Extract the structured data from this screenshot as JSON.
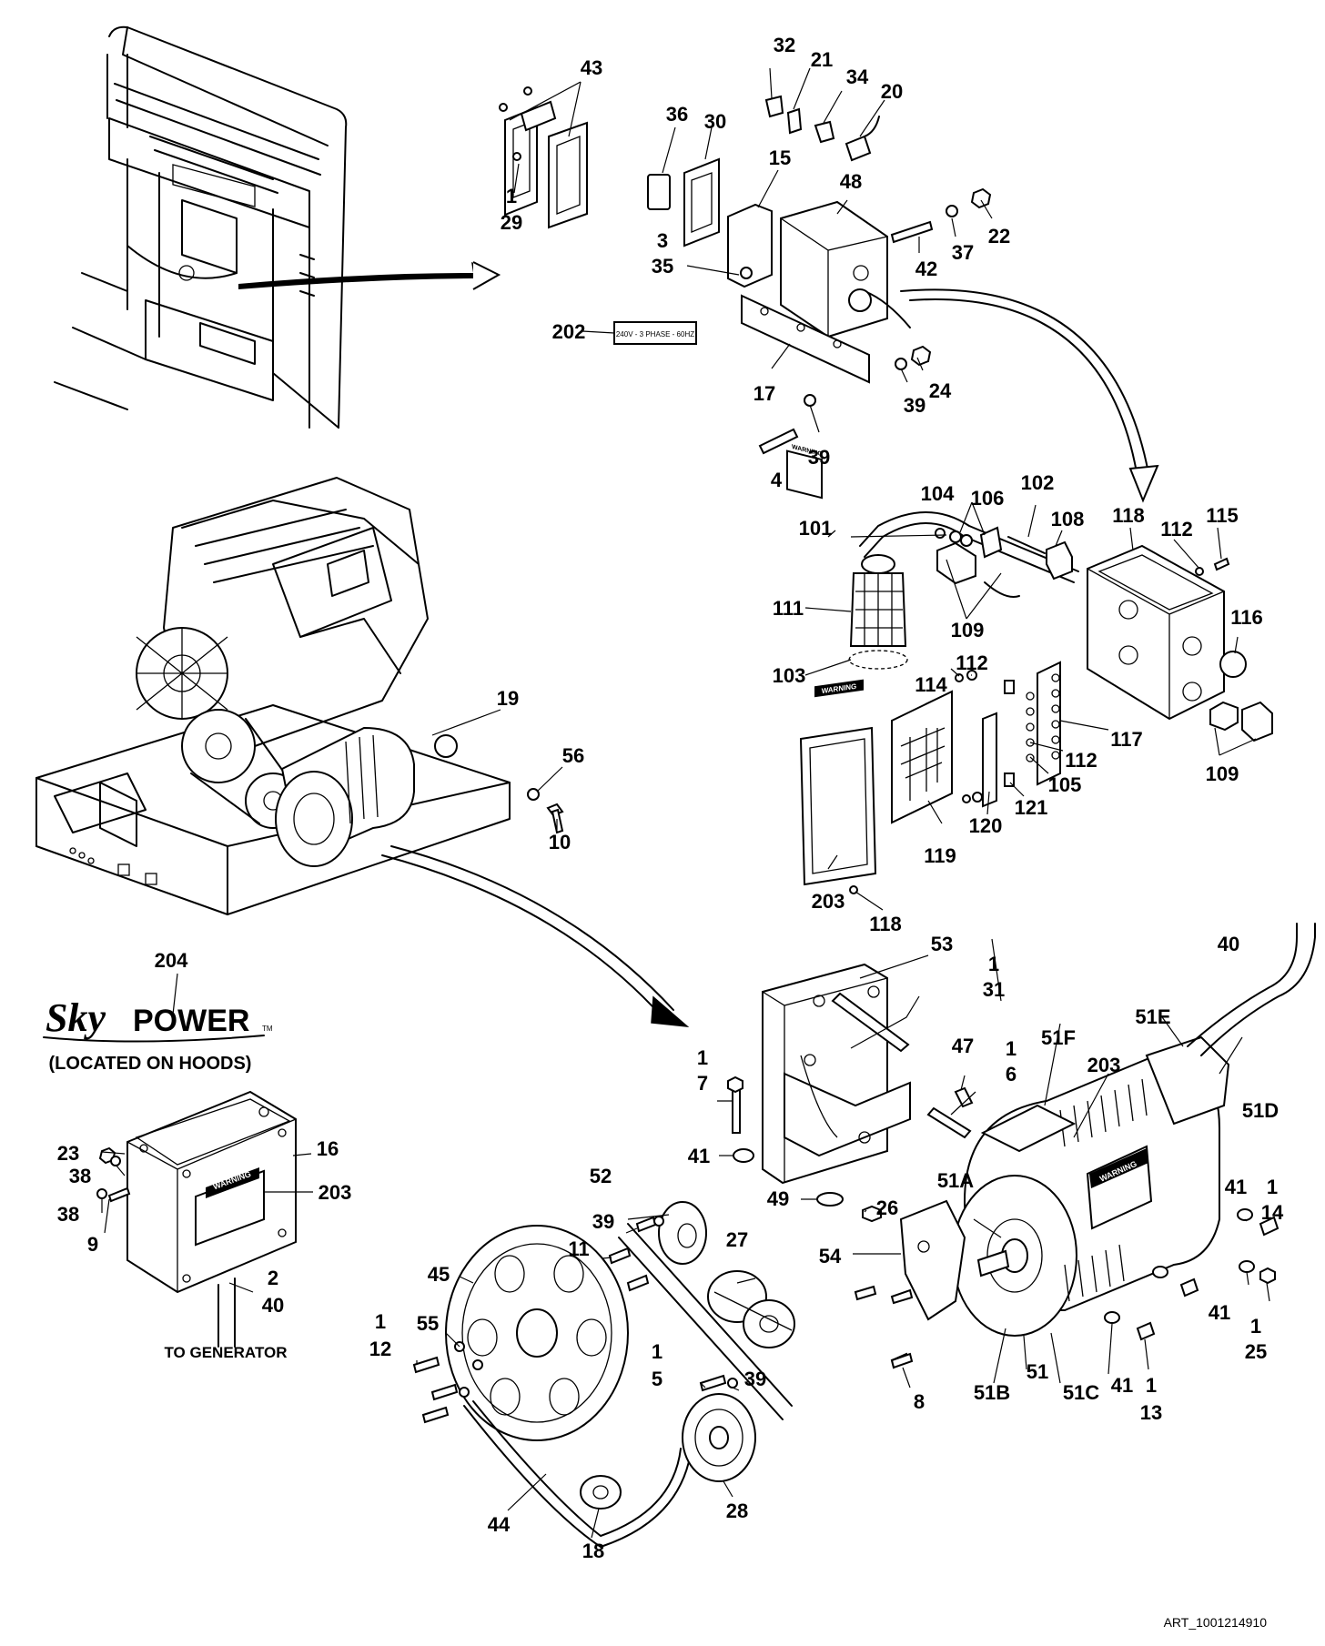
{
  "decal_label": "240V - 3 PHASE - 60HZ",
  "warning_text": "WARNING",
  "logo": {
    "sky": "Sky",
    "power": "POWER",
    "tm": "TM"
  },
  "located_note": "(LOCATED ON HOODS)",
  "to_generator": "TO GENERATOR",
  "art_number": "ART_1001214910",
  "callouts": [
    {
      "id": "c32",
      "text": "32"
    },
    {
      "id": "c43",
      "text": "43"
    },
    {
      "id": "c21",
      "text": "21"
    },
    {
      "id": "c34",
      "text": "34"
    },
    {
      "id": "c20",
      "text": "20"
    },
    {
      "id": "c36",
      "text": "36"
    },
    {
      "id": "c30",
      "text": "30"
    },
    {
      "id": "c15",
      "text": "15"
    },
    {
      "id": "c48",
      "text": "48"
    },
    {
      "id": "c1a",
      "text": "1"
    },
    {
      "id": "c29",
      "text": "29"
    },
    {
      "id": "c22",
      "text": "22"
    },
    {
      "id": "c37",
      "text": "37"
    },
    {
      "id": "c42",
      "text": "42"
    },
    {
      "id": "c3",
      "text": "3"
    },
    {
      "id": "c35",
      "text": "35"
    },
    {
      "id": "c202",
      "text": "202"
    },
    {
      "id": "c17",
      "text": "17"
    },
    {
      "id": "c24",
      "text": "24"
    },
    {
      "id": "c39a",
      "text": "39"
    },
    {
      "id": "c39b",
      "text": "39"
    },
    {
      "id": "c4",
      "text": "4"
    },
    {
      "id": "c104",
      "text": "104"
    },
    {
      "id": "c106",
      "text": "106"
    },
    {
      "id": "c102",
      "text": "102"
    },
    {
      "id": "c101",
      "text": "101"
    },
    {
      "id": "c108",
      "text": "108"
    },
    {
      "id": "c118a",
      "text": "118"
    },
    {
      "id": "c112a",
      "text": "112"
    },
    {
      "id": "c115",
      "text": "115"
    },
    {
      "id": "c111",
      "text": "111"
    },
    {
      "id": "c109a",
      "text": "109"
    },
    {
      "id": "c116",
      "text": "116"
    },
    {
      "id": "c103",
      "text": "103"
    },
    {
      "id": "c112b",
      "text": "112"
    },
    {
      "id": "c114",
      "text": "114"
    },
    {
      "id": "c117",
      "text": "117"
    },
    {
      "id": "c112c",
      "text": "112"
    },
    {
      "id": "c105",
      "text": "105"
    },
    {
      "id": "c109b",
      "text": "109"
    },
    {
      "id": "c120",
      "text": "120"
    },
    {
      "id": "c121",
      "text": "121"
    },
    {
      "id": "c119",
      "text": "119"
    },
    {
      "id": "c203a",
      "text": "203"
    },
    {
      "id": "c118b",
      "text": "118"
    },
    {
      "id": "c19",
      "text": "19"
    },
    {
      "id": "c56",
      "text": "56"
    },
    {
      "id": "c10",
      "text": "10"
    },
    {
      "id": "c204",
      "text": "204"
    },
    {
      "id": "c53",
      "text": "53"
    },
    {
      "id": "c40a",
      "text": "40"
    },
    {
      "id": "c1b",
      "text": "1"
    },
    {
      "id": "c31",
      "text": "31"
    },
    {
      "id": "c51E",
      "text": "51E"
    },
    {
      "id": "c51F",
      "text": "51F"
    },
    {
      "id": "c47",
      "text": "47"
    },
    {
      "id": "c1c",
      "text": "1"
    },
    {
      "id": "c6",
      "text": "6"
    },
    {
      "id": "c203b",
      "text": "203"
    },
    {
      "id": "c1d",
      "text": "1"
    },
    {
      "id": "c7",
      "text": "7"
    },
    {
      "id": "c51D",
      "text": "51D"
    },
    {
      "id": "c16",
      "text": "16"
    },
    {
      "id": "c23",
      "text": "23"
    },
    {
      "id": "c38a",
      "text": "38"
    },
    {
      "id": "c41a",
      "text": "41"
    },
    {
      "id": "c203c",
      "text": "203"
    },
    {
      "id": "c38b",
      "text": "38"
    },
    {
      "id": "c9",
      "text": "9"
    },
    {
      "id": "c52",
      "text": "52"
    },
    {
      "id": "c51A",
      "text": "51A"
    },
    {
      "id": "c49",
      "text": "49"
    },
    {
      "id": "c26",
      "text": "26"
    },
    {
      "id": "c41b",
      "text": "41"
    },
    {
      "id": "c1e",
      "text": "1"
    },
    {
      "id": "c14",
      "text": "14"
    },
    {
      "id": "c27",
      "text": "27"
    },
    {
      "id": "c39c",
      "text": "39"
    },
    {
      "id": "c11",
      "text": "11"
    },
    {
      "id": "c54",
      "text": "54"
    },
    {
      "id": "c45",
      "text": "45"
    },
    {
      "id": "c2",
      "text": "2"
    },
    {
      "id": "c40b",
      "text": "40"
    },
    {
      "id": "c41c",
      "text": "41"
    },
    {
      "id": "c1f",
      "text": "1"
    },
    {
      "id": "c25",
      "text": "25"
    },
    {
      "id": "c1g",
      "text": "1"
    },
    {
      "id": "c12",
      "text": "12"
    },
    {
      "id": "c55",
      "text": "55"
    },
    {
      "id": "c1h",
      "text": "1"
    },
    {
      "id": "c5",
      "text": "5"
    },
    {
      "id": "c39d",
      "text": "39"
    },
    {
      "id": "c8",
      "text": "8"
    },
    {
      "id": "c51B",
      "text": "51B"
    },
    {
      "id": "c51",
      "text": "51"
    },
    {
      "id": "c51C",
      "text": "51C"
    },
    {
      "id": "c41d",
      "text": "41"
    },
    {
      "id": "c1i",
      "text": "1"
    },
    {
      "id": "c13",
      "text": "13"
    },
    {
      "id": "c44",
      "text": "44"
    },
    {
      "id": "c28",
      "text": "28"
    },
    {
      "id": "c18",
      "text": "18"
    }
  ]
}
